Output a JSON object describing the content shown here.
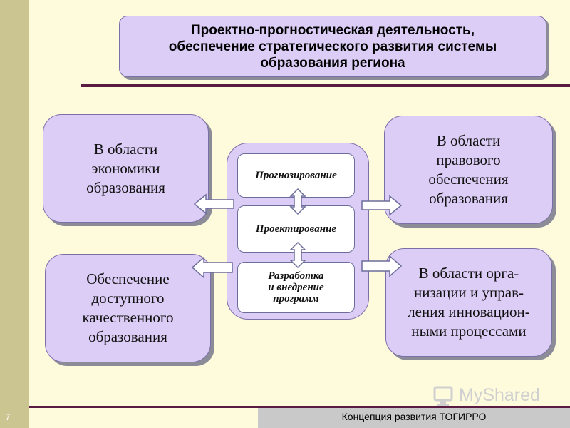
{
  "title": "Проектно-прогностическая деятельность,\nобеспечение стратегического развития системы\nобразования региона",
  "left_boxes": [
    {
      "text": "В области\nэкономики\nобразования"
    },
    {
      "text": "Обеспечение\nдоступного\nкачественного\nобразования"
    }
  ],
  "right_boxes": [
    {
      "text": "В области\nправового\nобеспечения\nобразования"
    },
    {
      "text": "В области орга-\nнизации и управ-\nления инновацион-\nными процессами"
    }
  ],
  "center": {
    "items": [
      {
        "text": "Прогнозирование"
      },
      {
        "text": "Проектирование"
      },
      {
        "text": "Разработка\nи внедрение\nпрограмм"
      }
    ]
  },
  "footer": {
    "text": "Концепция развития ТОГИРРО",
    "page_number": "7"
  },
  "watermark": {
    "text": "MyShared"
  },
  "colors": {
    "box_fill": "#dccdf6",
    "box_border": "#7b6fa8",
    "background": "#fefbdd",
    "strip": "#cbc592",
    "rule": "#5a1b43"
  }
}
